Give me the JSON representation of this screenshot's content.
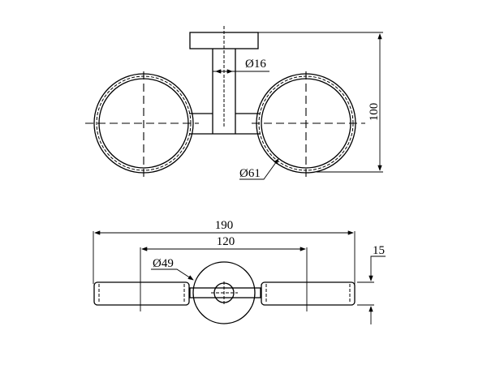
{
  "top_view": {
    "stem_diameter": "Ø16",
    "ring_diameter": "Ø61",
    "height": "100"
  },
  "bottom_view": {
    "overall_width": "190",
    "center_distance": "120",
    "base_diameter": "Ø49",
    "bar_thickness": "15"
  }
}
